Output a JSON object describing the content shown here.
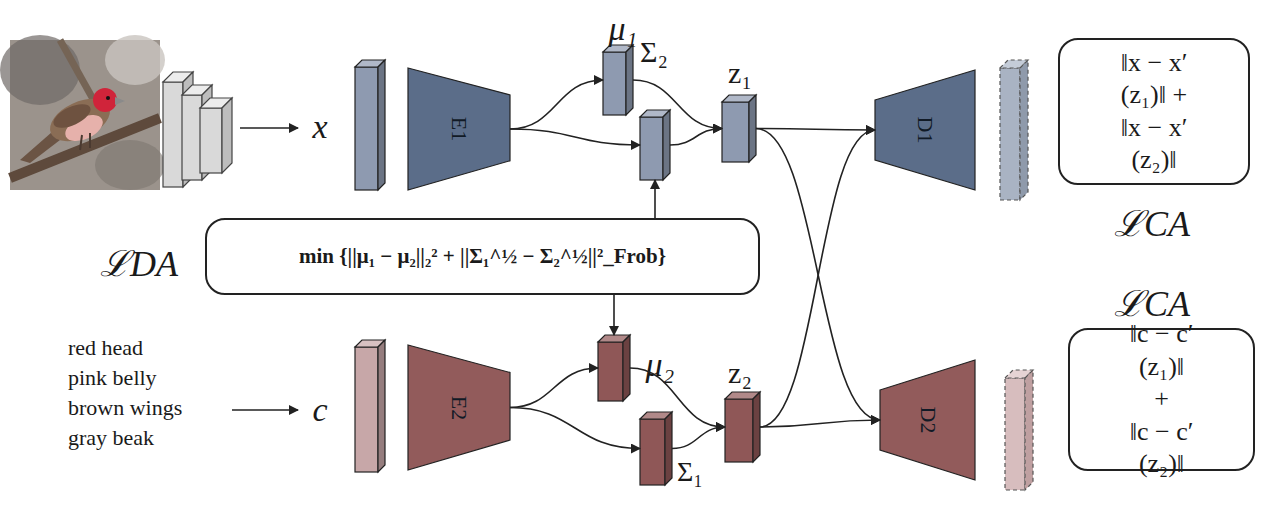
{
  "diagram": {
    "nodes": [
      {
        "text": [
          "x"
        ]
      },
      {
        "text": [
          "E1"
        ]
      },
      {
        "text": [
          "μ₁"
        ]
      },
      {
        "text": [
          "Σ₂"
        ]
      },
      {
        "text": [
          "z₁"
        ]
      },
      {
        "text": [
          "D1"
        ]
      },
      {
        "text": [
          "‖x − x′(z₁)‖ + ‖x − x′(z₂)‖",
          "ℒCA"
        ]
      },
      {
        "text": [
          "ℒDA",
          "min {||μ₁ − μ₂||₂² + ||Σ₁^½ − Σ₂^½||²_Frob}"
        ]
      },
      {
        "text": [
          "c"
        ]
      },
      {
        "text": [
          "E2"
        ]
      },
      {
        "text": [
          "μ₂"
        ]
      },
      {
        "text": [
          "Σ₁"
        ]
      },
      {
        "text": [
          "z₂"
        ]
      },
      {
        "text": [
          "D2"
        ]
      },
      {
        "text": [
          "ℒCA",
          "‖c − c′(z₁)‖ + ‖c − c′(z₂)‖"
        ]
      }
    ],
    "edges": [
      {
        "from": 1,
        "to": 2,
        "arrow": "to"
      },
      {
        "from": 1,
        "to": 3,
        "arrow": "to"
      },
      {
        "from": 2,
        "to": 4,
        "arrow": "to"
      },
      {
        "from": 3,
        "to": 4,
        "arrow": "to"
      },
      {
        "from": 4,
        "to": 5,
        "arrow": "to"
      },
      {
        "from": 4,
        "to": 13,
        "arrow": "to"
      },
      {
        "from": 9,
        "to": 10,
        "arrow": "to"
      },
      {
        "from": 9,
        "to": 11,
        "arrow": "to"
      },
      {
        "from": 10,
        "to": 12,
        "arrow": "to"
      },
      {
        "from": 11,
        "to": 12,
        "arrow": "to"
      },
      {
        "from": 12,
        "to": 13,
        "arrow": "to"
      },
      {
        "from": 12,
        "to": 5,
        "arrow": "to"
      },
      {
        "from": 7,
        "to": 3,
        "arrow": "to"
      },
      {
        "from": 7,
        "to": 10,
        "arrow": "to"
      }
    ],
    "labels": [
      "red head pink belly brown wings gray beak"
    ]
  }
}
